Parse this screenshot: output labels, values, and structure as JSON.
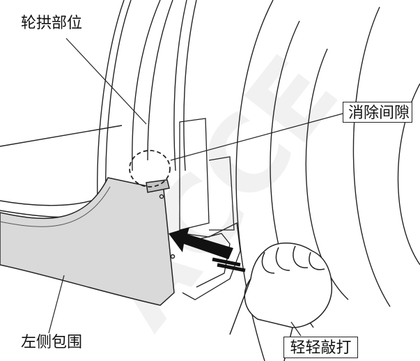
{
  "labels": {
    "wheel_arch": "轮拱部位",
    "eliminate_gap": "消除间隙",
    "left_side_skirt": "左侧包围",
    "tap_lightly": "轻轻敲打"
  },
  "watermark": "ACCE",
  "colors": {
    "line": "#222222",
    "panel_fill": "#d9d9d9",
    "panel_fill_dark": "#c4c4c4",
    "watermark": "#efefef"
  }
}
